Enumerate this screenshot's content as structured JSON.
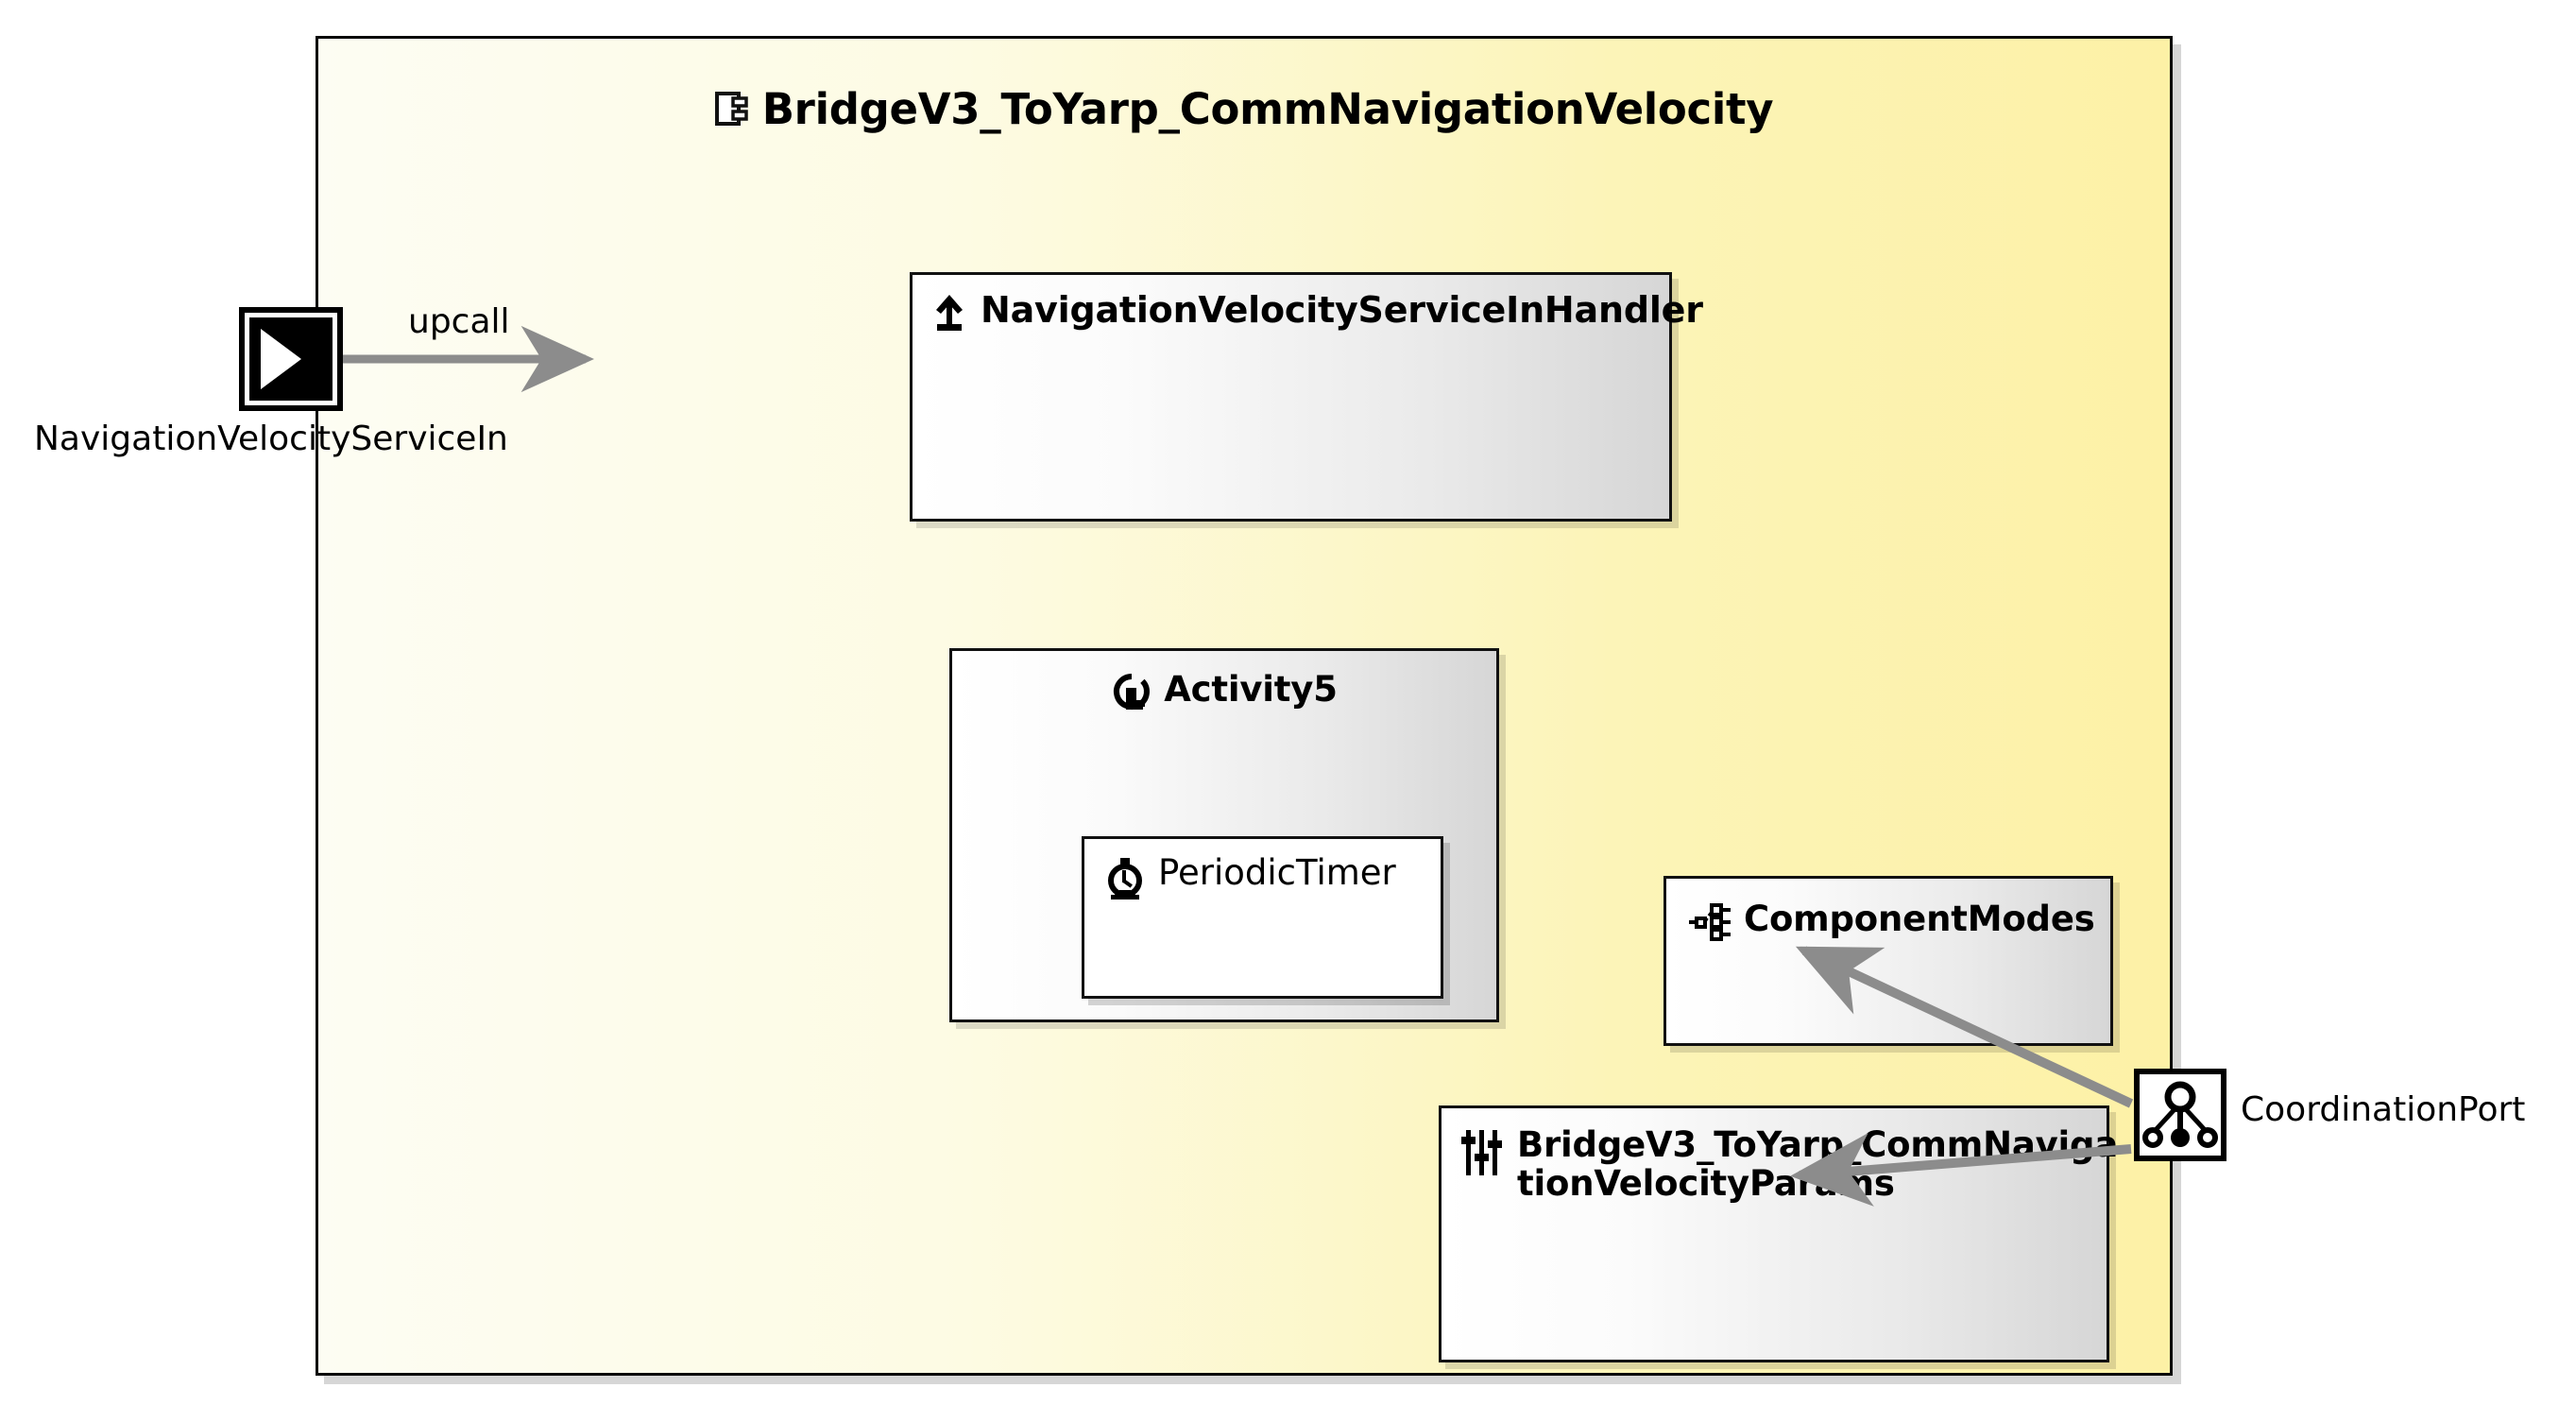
{
  "diagram": {
    "type": "uml-component-diagram",
    "background_color": "#ffffff"
  },
  "component": {
    "title": "BridgeV3_ToYarp_CommNavigationVelocity",
    "title_icon": "component-icon",
    "fill_gradient_from": "#fdfdf3",
    "fill_gradient_to": "#fdf1a6",
    "border_color": "#0a0a0a"
  },
  "ports": [
    {
      "id": "navigation-velocity-service-in",
      "label": "NavigationVelocityServiceIn",
      "icon": "service-in-port-icon",
      "icon_fill": "#000000"
    },
    {
      "id": "coordination-port",
      "label": "CoordinationPort",
      "icon": "coordination-port-icon",
      "icon_fill": "#000000"
    }
  ],
  "edges": [
    {
      "id": "upcall-edge",
      "label": "upcall",
      "from": "navigation-velocity-service-in",
      "to": "navigation-velocity-service-in-handler",
      "color": "#8c8c8c"
    },
    {
      "id": "coordination-to-modes",
      "label": "",
      "from": "coordination-port",
      "to": "component-modes",
      "color": "#8c8c8c"
    },
    {
      "id": "coordination-to-params",
      "label": "",
      "from": "coordination-port",
      "to": "bridge-params",
      "color": "#8c8c8c"
    }
  ],
  "boxes": {
    "handler": {
      "label": "NavigationVelocityServiceInHandler",
      "icon": "upcall-handler-icon"
    },
    "activity": {
      "label": "Activity5",
      "icon": "activity-loop-icon"
    },
    "timer": {
      "label": "PeriodicTimer",
      "icon": "stopwatch-icon"
    },
    "modes": {
      "label": "ComponentModes",
      "icon": "state-machine-icon"
    },
    "params": {
      "label": "BridgeV3_ToYarp_CommNaviga\ntionVelocityParams",
      "icon": "sliders-icon"
    }
  }
}
